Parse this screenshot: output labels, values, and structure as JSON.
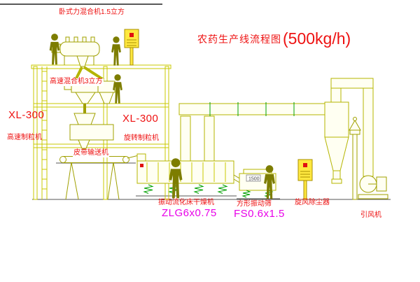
{
  "title": {
    "main": "农药生产线流程图",
    "capacity": "(500kg/h)"
  },
  "labels": {
    "horizontal_mixer": "卧式力混合机1.5立方",
    "high_speed_mixer": "高速混合机3立方",
    "granulator_model_left": "XL-300",
    "granulator_left": "高速制粒机",
    "granulator_model_right": "XL-300",
    "granulator_right": "旋转制粒机",
    "belt_conveyor": "皮带输送机",
    "dryer": "振动流化床干燥机",
    "dryer_model": "ZLG6x0.75",
    "screen": "方形振动筛",
    "screen_model": "FS0.6x1.5",
    "screen_tag": "1500",
    "cyclone": "旋风除尘器",
    "fan": "引风机"
  },
  "colors": {
    "structure_yellow": "#c8c800",
    "equipment_olive": "#a0a000",
    "accent_green": "#00a000",
    "label_red": "#ee1111",
    "label_magenta": "#e800e8",
    "person_olive": "#7d7d00",
    "cabinet_yellow": "#ffe840",
    "marker_red": "#e01010"
  }
}
